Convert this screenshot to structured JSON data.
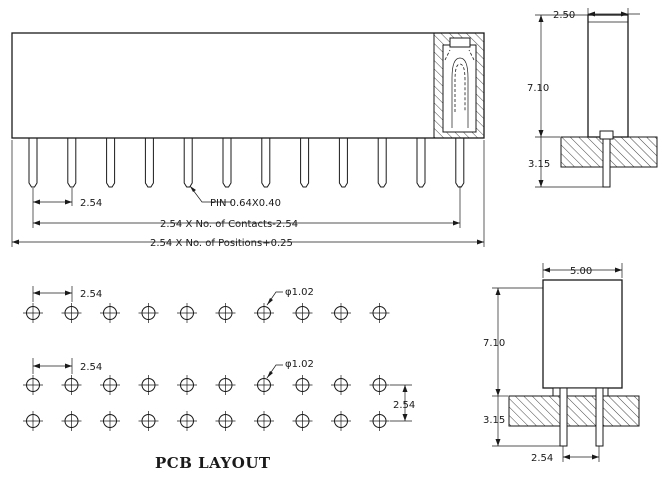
{
  "front_view": {
    "pitch_label": "2.54",
    "pin_label": "PIN 0.64X0.40",
    "contacts_label": "2.54 X No. of Contacts-2.54",
    "positions_label": "2.54 X No. of Positions+0.25",
    "pin_count": 12
  },
  "side_view_top": {
    "width_label": "2.50",
    "height_label": "7.10",
    "tail_label": "3.15"
  },
  "side_view_bottom": {
    "width_label": "5.00",
    "height_label": "7.10",
    "tail_label": "3.15",
    "pitch_label": "2.54"
  },
  "pcb_single": {
    "pitch_label": "2.54",
    "hole_label": "φ1.02",
    "hole_count": 10
  },
  "pcb_double": {
    "pitch_label": "2.54",
    "hole_label": "φ1.02",
    "row_pitch_label": "2.54",
    "hole_count": 10
  },
  "pcb_title": "PCB LAYOUT",
  "icons": [
    "hole-icon",
    "dimension-arrow-icon"
  ],
  "colors": {
    "line": "#1a1a1a",
    "background": "#ffffff"
  }
}
